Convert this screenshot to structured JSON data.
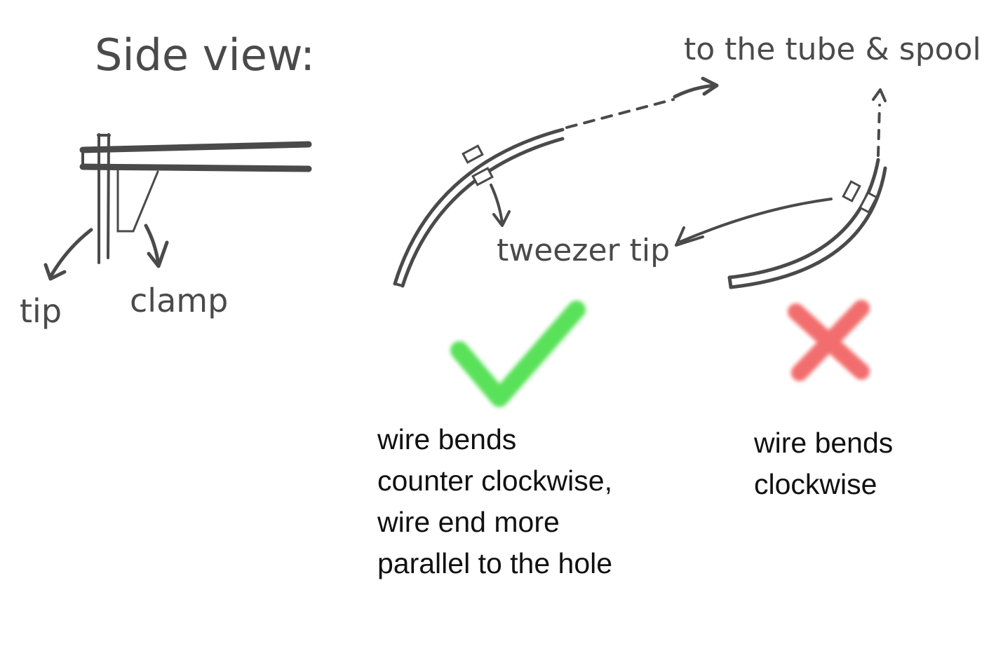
{
  "labels": {
    "side_view": "Side view:",
    "tip": "tip",
    "clamp": "clamp",
    "to_tube_spool": "to the tube & spool",
    "tweezer_tip": "tweezer tip"
  },
  "captions": {
    "good": [
      "wire bends",
      "counter clockwise,",
      "wire end more",
      "parallel to the hole"
    ],
    "bad": [
      "wire bends",
      "clockwise"
    ]
  },
  "colors": {
    "ink": "#4a4a4a",
    "check_mark": "#3ddc3d",
    "cross_mark": "#f04a4a",
    "caption_text": "#111111"
  },
  "icons": {
    "good_marker": "check-mark-icon",
    "bad_marker": "cross-mark-icon"
  }
}
